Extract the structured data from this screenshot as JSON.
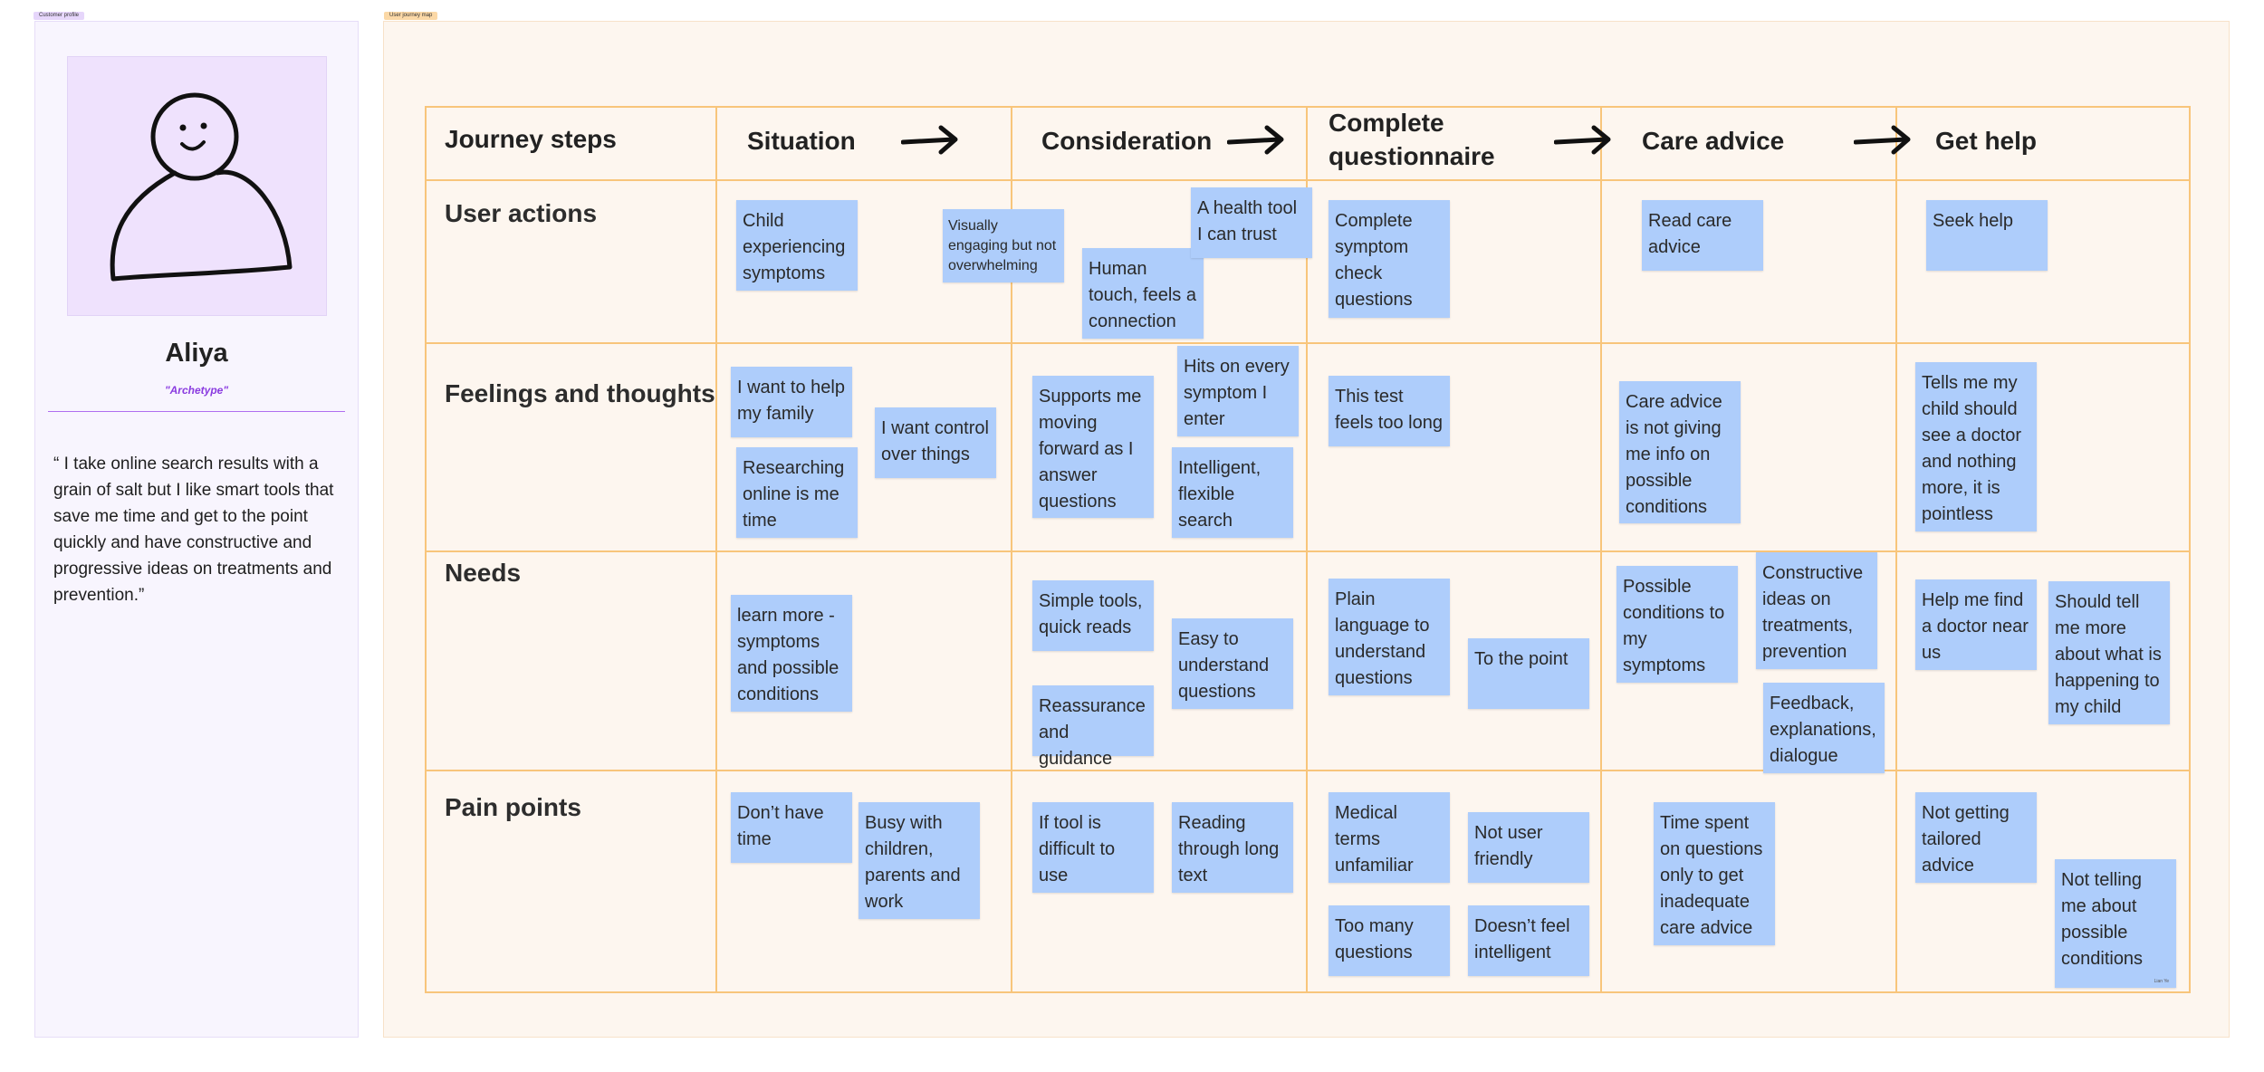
{
  "tags": {
    "profile": "Customer profile",
    "journey": "User journey map"
  },
  "persona": {
    "name": "Aliya",
    "tag": "\"Archetype\"",
    "quote": "“ I take online search results with a grain of salt but I like smart tools that save me time and get to the point quickly and have constructive and progressive ideas on treatments and prevention.”"
  },
  "header": {
    "corner": "Journey steps",
    "steps": [
      "Situation",
      "Consideration",
      "Complete questionnaire",
      "Care advice",
      "Get help"
    ]
  },
  "rows": [
    "User actions",
    "Feelings and thoughts",
    "Needs",
    "Pain points"
  ],
  "stickies": {
    "ua_child": "Child experiencing symptoms",
    "ua_visual": "Visually engaging but not overwhelming",
    "ua_health": "A health tool I can trust",
    "ua_human": "Human touch, feels a connection",
    "ua_complete": "Complete symptom check questions",
    "ua_read": "Read care advice",
    "ua_seek": "Seek help",
    "ft_help": "I want to help my family",
    "ft_control": "I want control over things",
    "ft_research": "Researching online is me time",
    "ft_supports": "Supports me moving forward as I answer questions",
    "ft_hits": "Hits on every symptom I enter",
    "ft_intelligent": "Intelligent, flexible search",
    "ft_toolong": "This test feels too long",
    "ft_careadvice": "Care advice is not giving me info on possible conditions",
    "ft_tells": "Tells me my child should see a doctor and nothing more, it is pointless",
    "nd_learn": "learn more - symptoms and possible conditions",
    "nd_simple": "Simple tools, quick reads",
    "nd_easy": "Easy to understand questions",
    "nd_reassure": "Reassurance and guidance",
    "nd_plain": "Plain language to understand questions",
    "nd_point": "To the point",
    "nd_possible": "Possible conditions to my symptoms",
    "nd_constructive": "Constructive ideas on treatments, prevention",
    "nd_feedback": "Feedback, explanations, dialogue",
    "nd_findDoctor": "Help me find a doctor near us",
    "nd_tellMore": "Should tell me more about what is happening to my child",
    "pp_time": "Don’t have time",
    "pp_busy": "Busy with children, parents and work",
    "pp_difficult": "If tool is difficult to use",
    "pp_reading": "Reading through long text",
    "pp_medical": "Medical terms unfamiliar",
    "pp_notfriendly": "Not user friendly",
    "pp_toomany": "Too many questions",
    "pp_notintelligent": "Doesn’t feel intelligent",
    "pp_timespent": "Time spent on questions only to get inadequate care advice",
    "pp_tailored": "Not getting tailored advice",
    "pp_nottelling": "Not telling me about possible conditions",
    "pp_nottelling_mini": "Lian Ye"
  },
  "colors": {
    "sticky": "#aecdfb",
    "grid": "#f8c57b",
    "journey_bg": "#fdf6ef",
    "profile_bg": "#f8f5fe",
    "accent": "#8a3be0"
  }
}
